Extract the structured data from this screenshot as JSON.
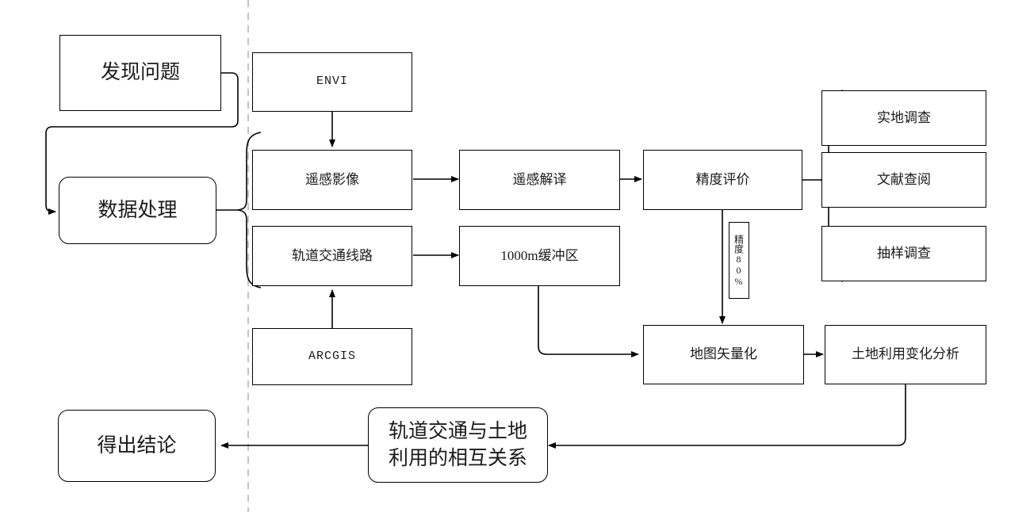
{
  "diagram": {
    "title_text": "",
    "stroke_color": "#000000",
    "divider_color": "#c4c4c4",
    "background": "#ffffff",
    "nodes": [
      {
        "id": "discover",
        "label": "发现问题"
      },
      {
        "id": "dataproc",
        "label": "数据处理"
      },
      {
        "id": "envi",
        "label": "ENVI"
      },
      {
        "id": "rsimage",
        "label": "遥感影像"
      },
      {
        "id": "rsinterp",
        "label": "遥感解译"
      },
      {
        "id": "accuracy",
        "label": "精度评价"
      },
      {
        "id": "field",
        "label": "实地调查"
      },
      {
        "id": "literature",
        "label": "文献查阅"
      },
      {
        "id": "sampling",
        "label": "抽样调查"
      },
      {
        "id": "railline",
        "label": "轨道交通线路"
      },
      {
        "id": "buffer",
        "label": "1000m缓冲区"
      },
      {
        "id": "arcgis",
        "label": "ARCGIS"
      },
      {
        "id": "vectorize",
        "label": "地图矢量化"
      },
      {
        "id": "landuse",
        "label": "土地利用变化分析"
      },
      {
        "id": "relation",
        "label": "轨道交通与土地\n利用的相互关系"
      },
      {
        "id": "conclusion",
        "label": "得出结论"
      }
    ],
    "edge_label": "精度80%",
    "edges": [
      {
        "from": "discover",
        "to": "dataproc",
        "kind": "elbow-arrow"
      },
      {
        "from": "envi",
        "to": "rsimage",
        "kind": "straight-arrow"
      },
      {
        "from": "dataproc",
        "to": "brace-left",
        "kind": "brace"
      },
      {
        "from": "rsimage",
        "to": "rsinterp",
        "kind": "straight-arrow"
      },
      {
        "from": "rsinterp",
        "to": "accuracy",
        "kind": "straight-arrow"
      },
      {
        "from": "accuracy",
        "to": "brace-right",
        "kind": "brace"
      },
      {
        "from": "accuracy",
        "to": "vectorize",
        "kind": "labeled-arrow"
      },
      {
        "from": "railline",
        "to": "buffer",
        "kind": "straight-arrow"
      },
      {
        "from": "arcgis",
        "to": "railline",
        "kind": "straight-arrow"
      },
      {
        "from": "buffer",
        "to": "vectorize",
        "kind": "elbow-arrow"
      },
      {
        "from": "vectorize",
        "to": "landuse",
        "kind": "straight-arrow"
      },
      {
        "from": "landuse",
        "to": "relation",
        "kind": "elbow-arrow"
      },
      {
        "from": "relation",
        "to": "conclusion",
        "kind": "straight-arrow"
      }
    ]
  }
}
